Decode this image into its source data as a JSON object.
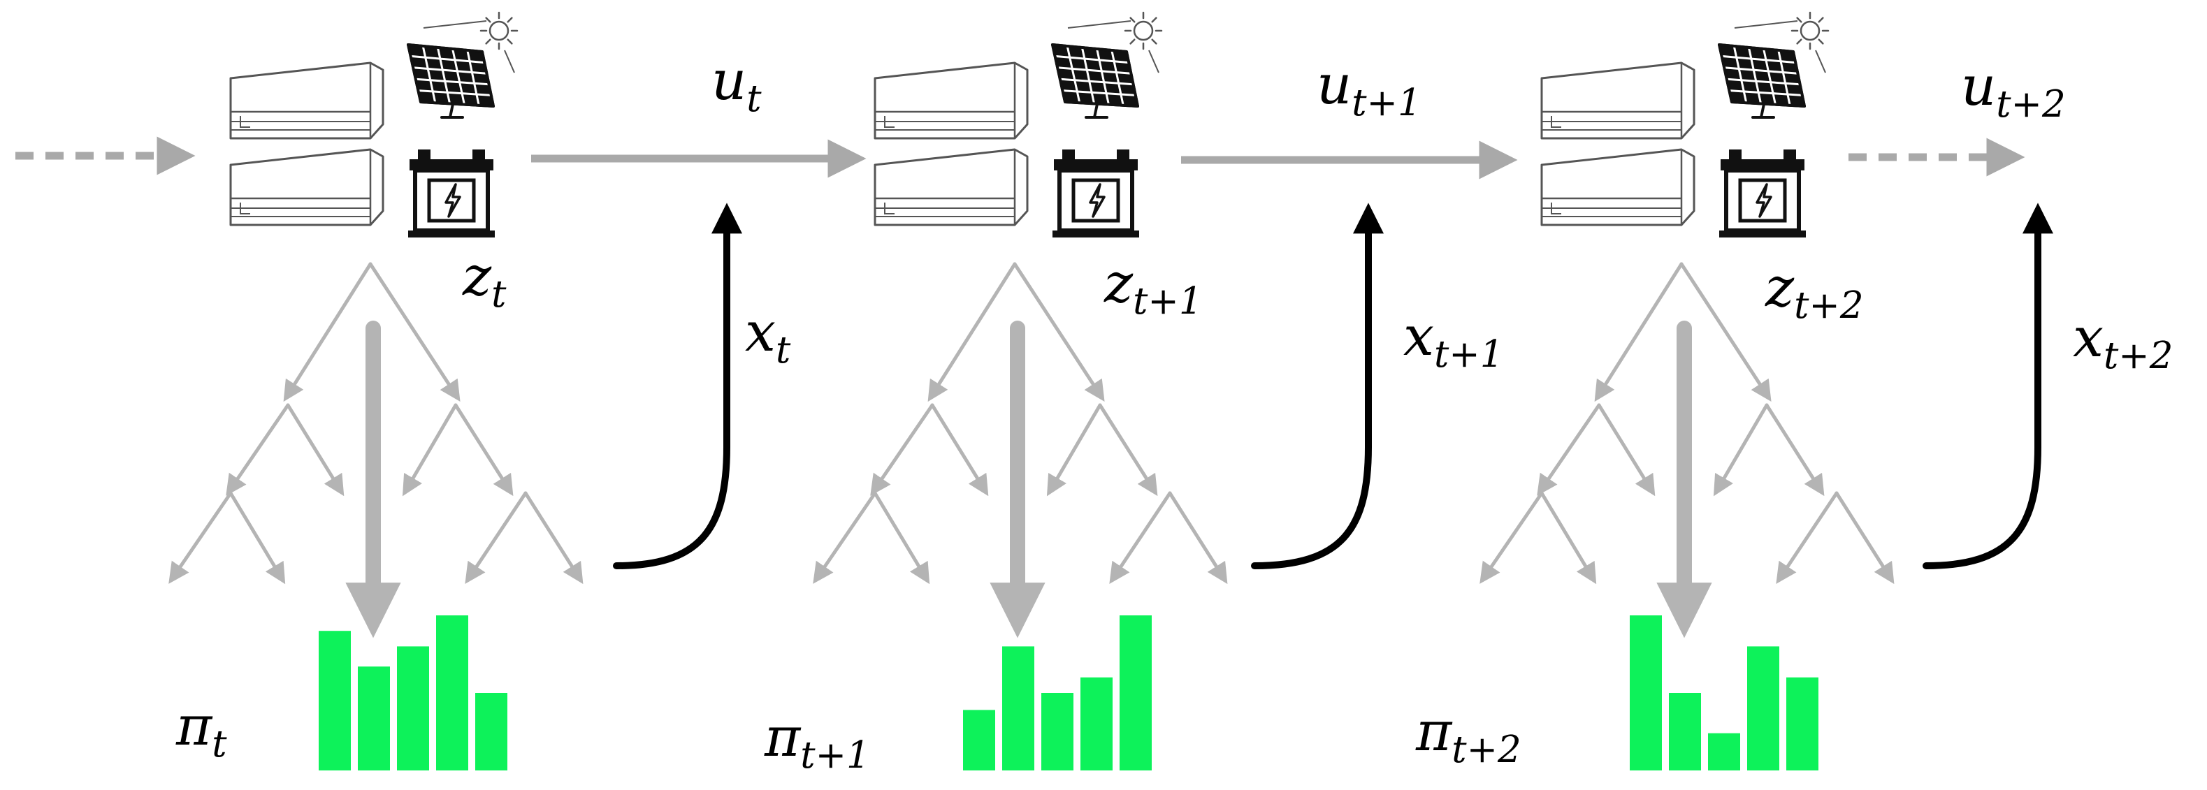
{
  "colors": {
    "arrow_gray": "#a9a9a9",
    "tree_gray": "#b4b4b4",
    "feedback_black": "#000000",
    "bar_green": "#0df25a",
    "device_outline": "#555555",
    "device_dark": "#111111"
  },
  "icons": {
    "device_a": "air-conditioner-icon",
    "device_b": "air-conditioner-icon",
    "generation": "solar-panel-icon",
    "storage": "battery-icon",
    "sun": "sun-icon"
  },
  "stages": [
    {
      "u": {
        "base": "u",
        "sub": "t"
      },
      "z": {
        "base": "z",
        "sub": "t"
      },
      "x": {
        "base": "x",
        "sub": "t"
      },
      "pi": {
        "base": "π",
        "sub": "t"
      },
      "bars": [
        0.9,
        0.67,
        0.8,
        1.0,
        0.5
      ]
    },
    {
      "u": {
        "base": "u",
        "sub": "t+1"
      },
      "z": {
        "base": "z",
        "sub": "t+1"
      },
      "x": {
        "base": "x",
        "sub": "t+1"
      },
      "pi": {
        "base": "π",
        "sub": "t+1"
      },
      "bars": [
        0.39,
        0.8,
        0.5,
        0.6,
        1.0
      ]
    },
    {
      "u": {
        "base": "u",
        "sub": "t+2"
      },
      "z": {
        "base": "z",
        "sub": "t+2"
      },
      "x": {
        "base": "x",
        "sub": "t+2"
      },
      "pi": {
        "base": "π",
        "sub": "t+2"
      },
      "bars": [
        1.0,
        0.5,
        0.24,
        0.8,
        0.6
      ]
    }
  ]
}
